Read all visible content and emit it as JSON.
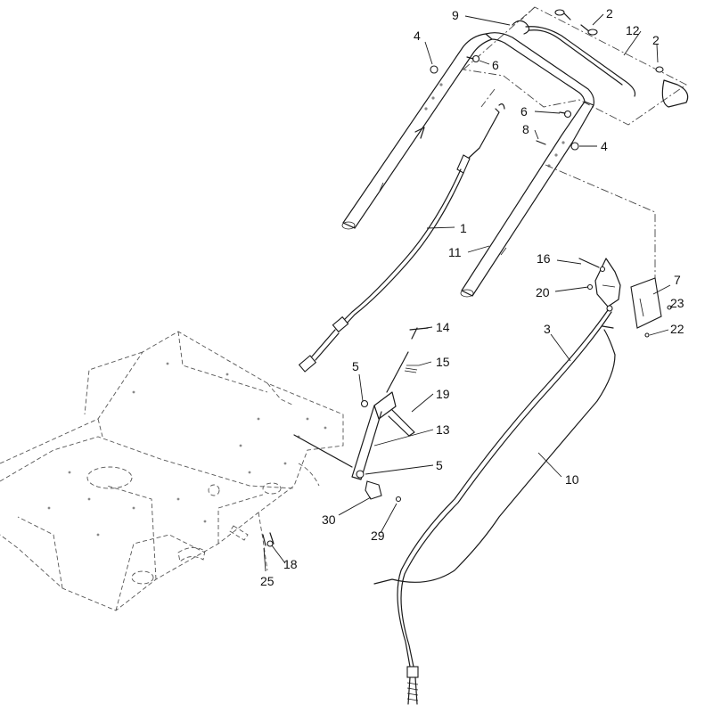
{
  "callouts": [
    {
      "id": "c1",
      "label": "1"
    },
    {
      "id": "c2a",
      "label": "2"
    },
    {
      "id": "c2b",
      "label": "2"
    },
    {
      "id": "c3",
      "label": "3"
    },
    {
      "id": "c4a",
      "label": "4"
    },
    {
      "id": "c4b",
      "label": "4"
    },
    {
      "id": "c5a",
      "label": "5"
    },
    {
      "id": "c5b",
      "label": "5"
    },
    {
      "id": "c6a",
      "label": "6"
    },
    {
      "id": "c6b",
      "label": "6"
    },
    {
      "id": "c7",
      "label": "7"
    },
    {
      "id": "c8",
      "label": "8"
    },
    {
      "id": "c9",
      "label": "9"
    },
    {
      "id": "c10",
      "label": "10"
    },
    {
      "id": "c11",
      "label": "11"
    },
    {
      "id": "c12",
      "label": "12"
    },
    {
      "id": "c13",
      "label": "13"
    },
    {
      "id": "c14",
      "label": "14"
    },
    {
      "id": "c15",
      "label": "15"
    },
    {
      "id": "c16",
      "label": "16"
    },
    {
      "id": "c18",
      "label": "18"
    },
    {
      "id": "c19",
      "label": "19"
    },
    {
      "id": "c20",
      "label": "20"
    },
    {
      "id": "c22",
      "label": "22"
    },
    {
      "id": "c23",
      "label": "23"
    },
    {
      "id": "c25",
      "label": "25"
    },
    {
      "id": "c29",
      "label": "29"
    },
    {
      "id": "c30",
      "label": "30"
    }
  ]
}
